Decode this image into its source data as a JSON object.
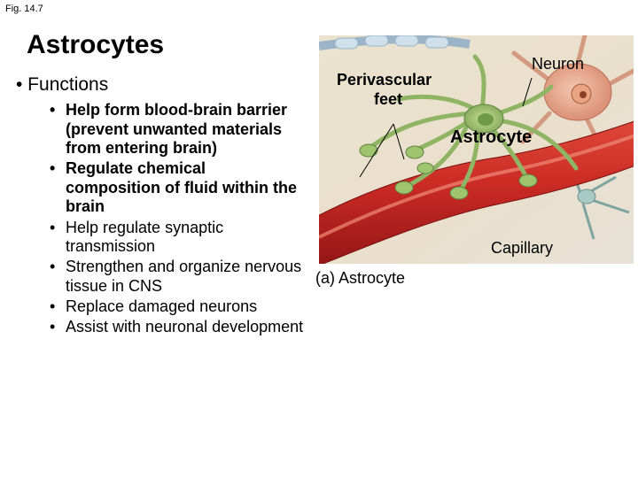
{
  "figure_label": "Fig. 14.7",
  "title": "Astrocytes",
  "main_bullet": "• Functions",
  "functions": [
    "Help form blood-brain barrier (prevent unwanted materials from entering brain)",
    "Regulate chemical composition of fluid within the brain",
    "Help regulate synaptic transmission",
    "Strengthen and organize nervous tissue in CNS",
    "Replace damaged neurons",
    "Assist with neuronal development"
  ],
  "illustration": {
    "label_neuron": "Neuron",
    "label_perivascular": "Perivascular",
    "label_feet": "feet",
    "label_astrocyte": "Astrocyte",
    "label_capillary": "Capillary",
    "caption": "(a) Astrocyte"
  }
}
